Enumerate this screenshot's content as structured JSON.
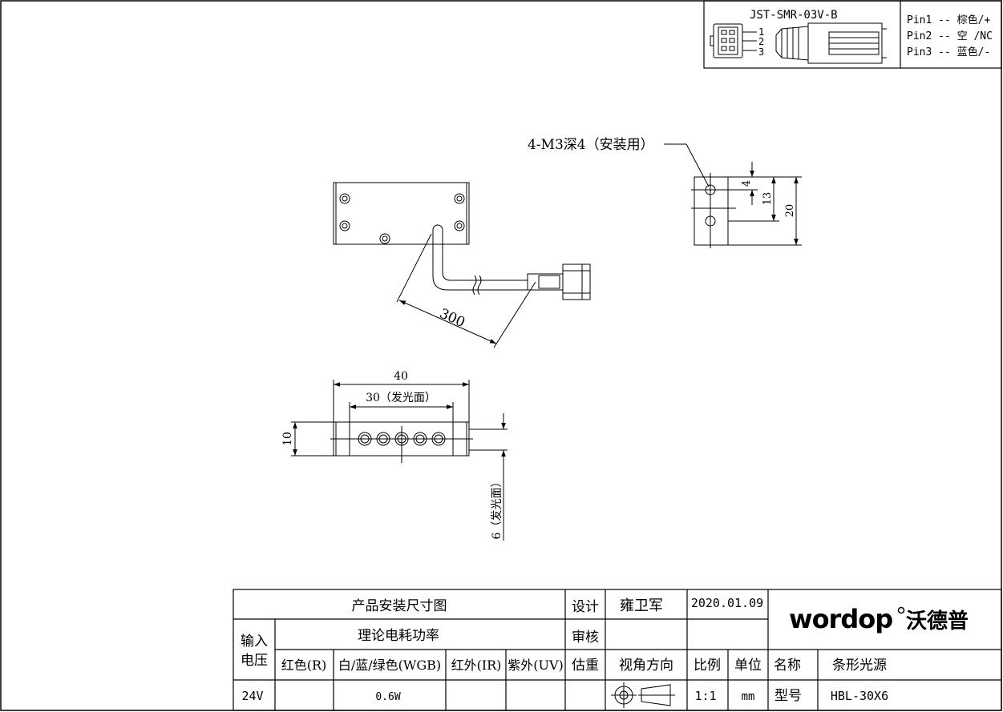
{
  "connector": {
    "model": "JST-SMR-03V-B",
    "pin_numbers": [
      "1",
      "2",
      "3"
    ],
    "pins": [
      "Pin1 -- 棕色/+",
      "Pin2 -- 空 /NC",
      "Pin3 -- 蓝色/-"
    ]
  },
  "top_view": {
    "mount_hole_note": "4-M3深4（安装用）",
    "dims": {
      "hole_depth": "4",
      "hole_spacing": "13",
      "height": "20"
    },
    "cable_length": "300"
  },
  "front_view": {
    "dims": {
      "width": "40",
      "emit_width": "30（发光面）",
      "height": "10",
      "emit_depth": "6（发光面）"
    }
  },
  "title_block": {
    "title": "产品安装尺寸图",
    "design_label": "设计",
    "designer": "雍卫军",
    "date": "2020.01.09",
    "power_label": "理论电耗功率",
    "review_label": "审核",
    "input_voltage_label": "输入\n电压",
    "color_headers": [
      "红色(R)",
      "白/蓝/绿色(WGB)",
      "红外(IR)",
      "紫外(UV)"
    ],
    "weight_label": "估重",
    "view_direction_label": "视角方向",
    "scale_label": "比例",
    "unit_label": "单位",
    "name_label": "名称",
    "name_value": "条形光源",
    "voltage_value": "24V",
    "power_value": "0.6W",
    "scale_value": "1:1",
    "unit_value": "mm",
    "model_label": "型号",
    "model_value": "HBL-30X6",
    "logo_latin": "wordop",
    "logo_cn": "沃德普"
  }
}
